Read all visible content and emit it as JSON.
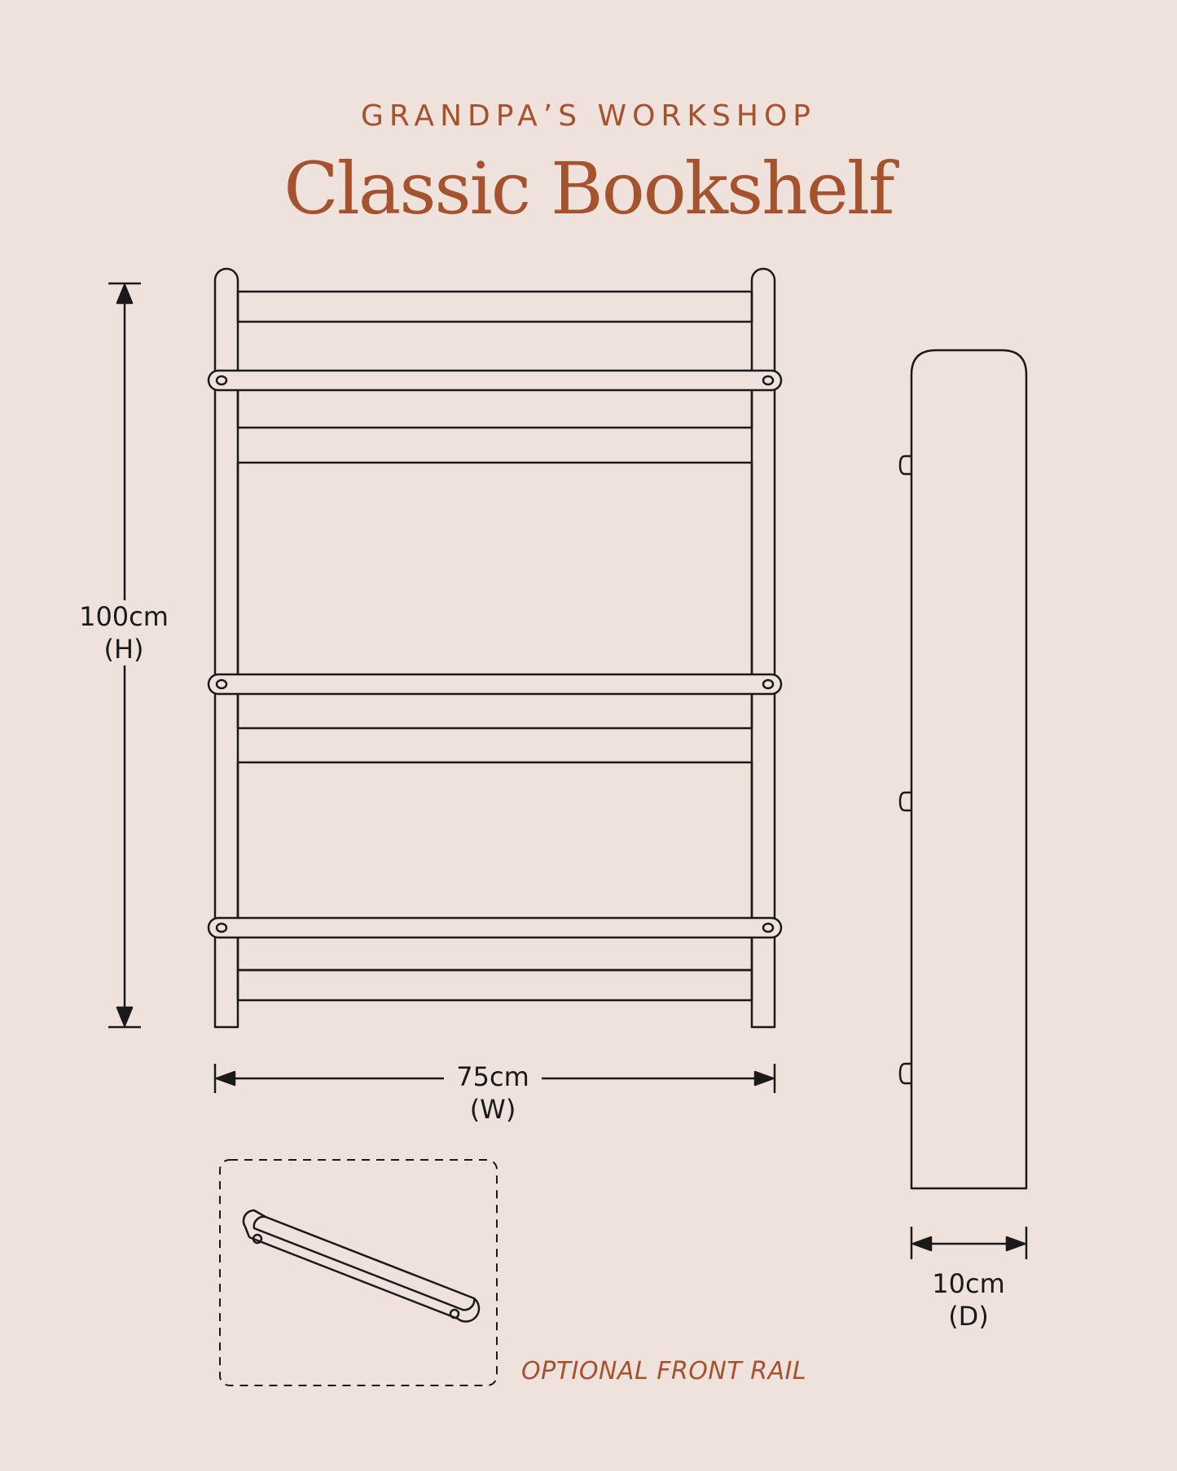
{
  "header": {
    "brand": "GRANDPA’S WORKSHOP",
    "title": "Classic Bookshelf"
  },
  "dimensions": {
    "height": {
      "value": "100cm",
      "axis": "(H)"
    },
    "width": {
      "value": "75cm",
      "axis": "(W)"
    },
    "depth": {
      "value": "10cm",
      "axis": "(D)"
    }
  },
  "optional_part": {
    "label": "OPTIONAL FRONT RAIL"
  },
  "colors": {
    "background": "#efe1dc",
    "accent": "#a4532e",
    "line": "#1a1a1a"
  }
}
